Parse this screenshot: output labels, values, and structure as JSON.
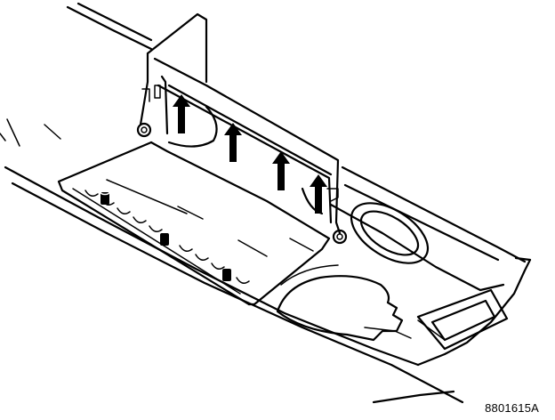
{
  "figure": {
    "code": "8801615A",
    "stroke_color": "#000000",
    "background_color": "#ffffff",
    "arrow_count": 4,
    "arrow_direction": "up",
    "fastener_count": 3
  }
}
